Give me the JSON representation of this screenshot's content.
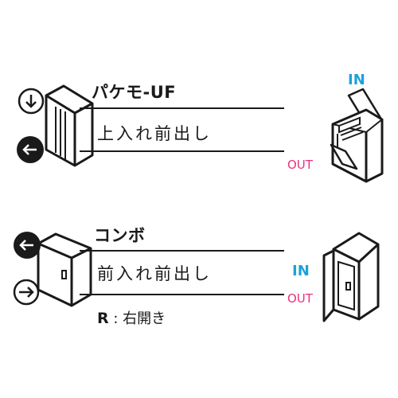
{
  "section1": {
    "title": "パケモ-UF",
    "description": "上入れ前出し",
    "in_label": "IN",
    "out_label": "OUT"
  },
  "section2": {
    "title": "コンボ",
    "description": "前入れ前出し",
    "in_label": "IN",
    "out_label": "OUT",
    "note_letter": "R",
    "note_text": ": 右開き"
  },
  "colors": {
    "in": "#1aa3d9",
    "out": "#e8327d",
    "line": "#1a1a1a"
  },
  "icons": [
    "down-arrow-circle-icon",
    "left-arrow-circle-icon",
    "right-arrow-circle-icon"
  ]
}
